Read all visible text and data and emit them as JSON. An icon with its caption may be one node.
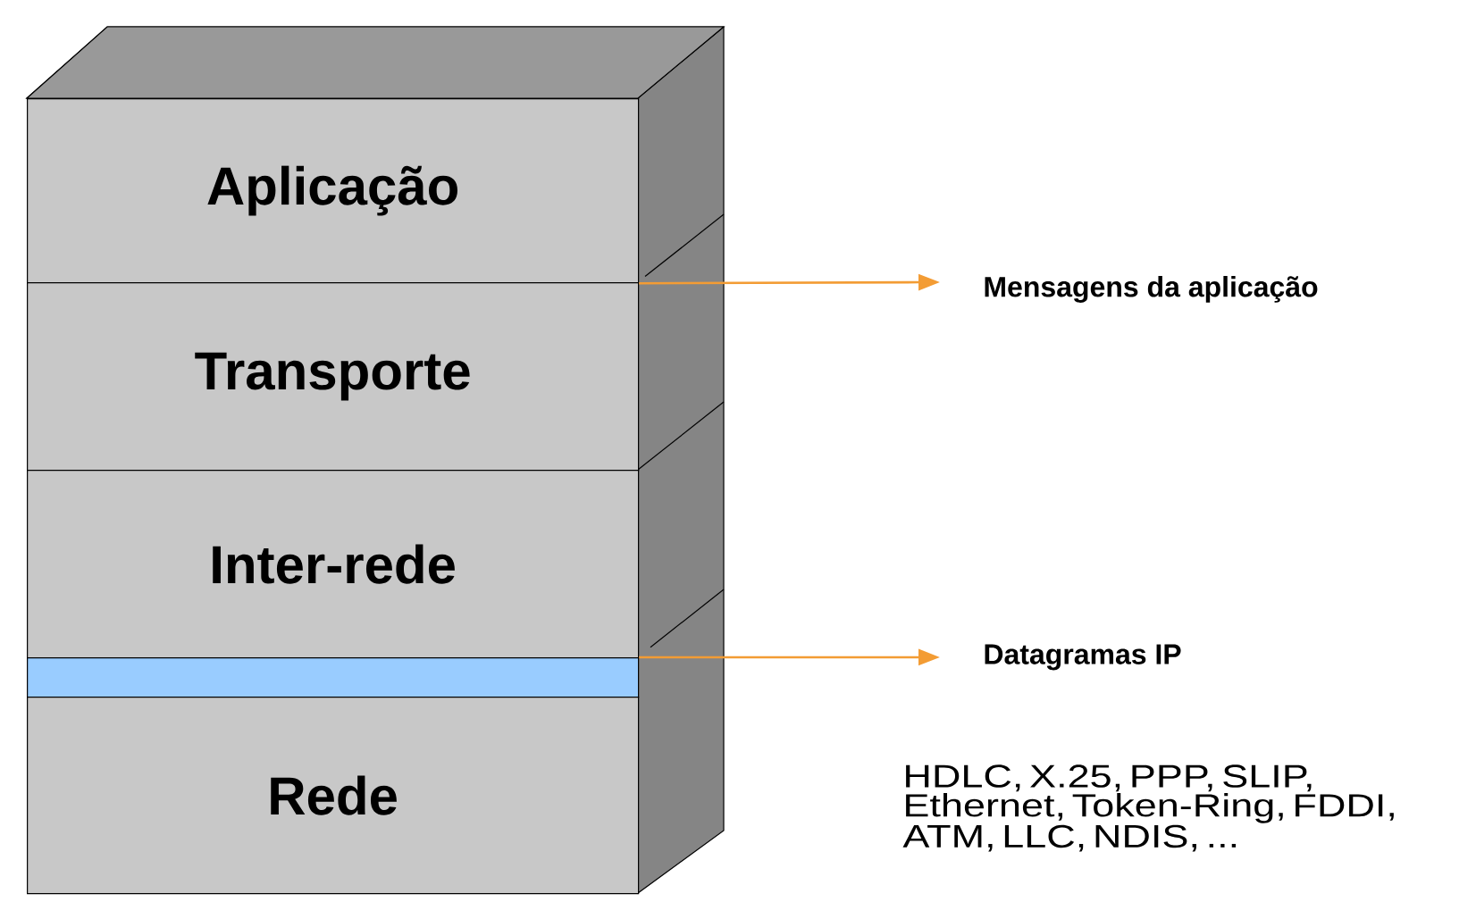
{
  "diagram": {
    "nodes": [
      {
        "text": [
          "Aplicação"
        ]
      },
      {
        "text": [
          "Transporte"
        ]
      },
      {
        "text": [
          "Inter-rede"
        ]
      },
      {
        "text": [],
        "shape": "bar"
      },
      {
        "text": [
          "Rede"
        ]
      },
      {
        "text": [
          "Mensagens da aplicação"
        ]
      },
      {
        "text": [
          "Datagramas IP"
        ]
      }
    ],
    "edges": [
      {
        "from": 0,
        "to": 5,
        "arrow": "to"
      },
      {
        "from": 3,
        "to": 6,
        "arrow": "to"
      }
    ],
    "labels": [
      "HDLC, X.25, PPP, SLIP, Ethernet, Token-Ring, FDDI, ATM, LLC, NDIS, ..."
    ]
  }
}
